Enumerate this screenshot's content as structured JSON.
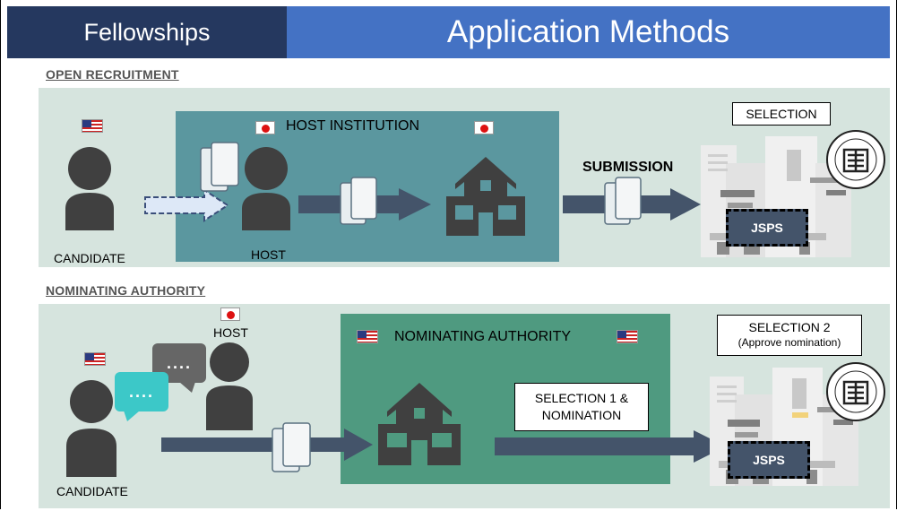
{
  "header": {
    "section": "Fellowships",
    "title": "Application Methods"
  },
  "open": {
    "section_title": "OPEN RECRUITMENT",
    "host_institution": "HOST INSTITUTION",
    "candidate": "CANDIDATE",
    "host": "HOST",
    "submission": "SUBMISSION",
    "selection": "SELECTION",
    "jsps": "JSPS"
  },
  "nominating": {
    "section_title": "NOMINATING AUTHORITY",
    "host": "HOST",
    "authority": "NOMINATING AUTHORITY",
    "candidate": "CANDIDATE",
    "bubble1": "....",
    "bubble2": "....",
    "selection1_line1": "SELECTION 1 &",
    "selection1_line2": "NOMINATION",
    "selection2_line1": "SELECTION 2",
    "selection2_line2": "(Approve nomination)",
    "jsps": "JSPS"
  },
  "colors": {
    "header_left": "#25385f",
    "header_right": "#4472c4",
    "panel_bg": "#d6e4de",
    "host_box": "#5b979f",
    "nominating_box": "#4f9a80",
    "arrow": "#44546a",
    "person": "#404040",
    "bubble_cyan": "#3cc8c8",
    "bubble_gray": "#666666"
  },
  "icons": [
    "us-flag-icon",
    "japan-flag-icon",
    "person-icon",
    "books-icon",
    "school-building-icon",
    "arrow-icon",
    "speech-bubble-icon",
    "jsps-building-icon",
    "jsps-seal-icon"
  ]
}
